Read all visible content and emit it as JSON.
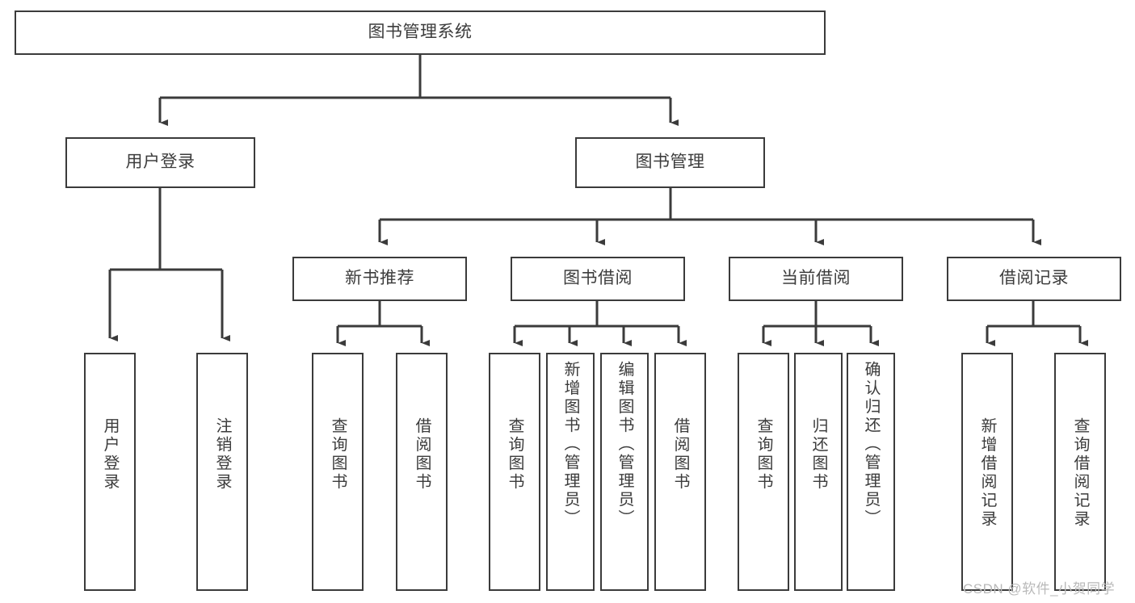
{
  "diagram": {
    "type": "tree-hierarchy",
    "title": "图书管理系统",
    "colors": {
      "box_border": "#3b3b3b",
      "box_fill": "#ffffff",
      "connector": "#3b3b3b",
      "text": "#3c3c3c",
      "watermark": "#b9b9b9",
      "background": "#ffffff"
    },
    "root": {
      "label": "图书管理系统"
    },
    "level2": [
      {
        "label": "用户登录"
      },
      {
        "label": "图书管理"
      }
    ],
    "level3": [
      {
        "label": "新书推荐"
      },
      {
        "label": "图书借阅"
      },
      {
        "label": "当前借阅"
      },
      {
        "label": "借阅记录"
      }
    ],
    "leaves": {
      "user_login": [
        {
          "label": "用户登录"
        },
        {
          "label": "注销登录"
        }
      ],
      "new_book_recommend": [
        {
          "label": "查询图书"
        },
        {
          "label": "借阅图书"
        }
      ],
      "book_borrow": [
        {
          "label": "查询图书"
        },
        {
          "label": "新增图书（管理员）"
        },
        {
          "label": "编辑图书（管理员）"
        },
        {
          "label": "借阅图书"
        }
      ],
      "current_borrow": [
        {
          "label": "查询图书"
        },
        {
          "label": "归还图书"
        },
        {
          "label": "确认归还（管理员）"
        }
      ],
      "borrow_record": [
        {
          "label": "新增借阅记录"
        },
        {
          "label": "查询借阅记录"
        }
      ]
    }
  },
  "watermark": {
    "text": "CSDN @软件_小贺同学"
  }
}
